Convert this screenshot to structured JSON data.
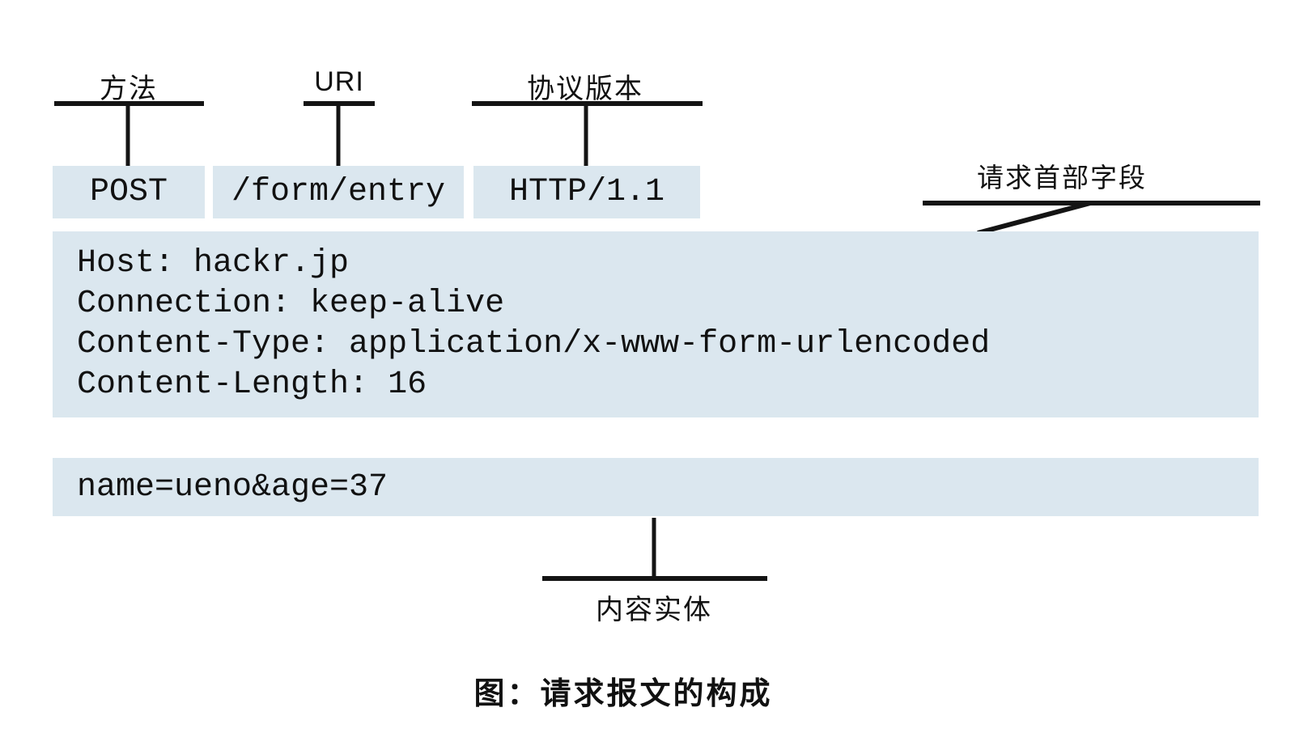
{
  "request_line": {
    "parts": [
      {
        "label": "方法",
        "value": "POST"
      },
      {
        "label": "URI",
        "value": "/form/entry"
      },
      {
        "label": "协议版本",
        "value": "HTTP/1.1"
      }
    ]
  },
  "headers": {
    "label": "请求首部字段",
    "lines": [
      "Host: hackr.jp",
      "Connection: keep-alive",
      "Content-Type: application/x-www-form-urlencoded",
      "Content-Length: 16"
    ]
  },
  "body": {
    "label": "内容实体",
    "content": "name=ueno&age=37"
  },
  "caption": "图：请求报文的构成",
  "colors": {
    "block_bg": "#dbe7ef",
    "line": "#141414"
  }
}
